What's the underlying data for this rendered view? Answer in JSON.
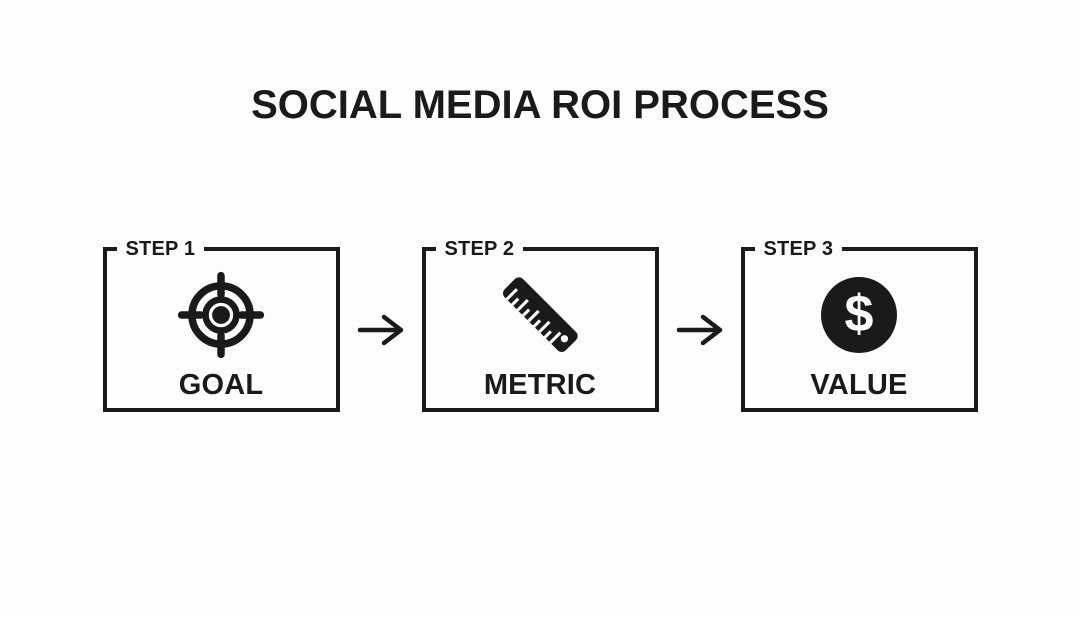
{
  "title": "SOCIAL MEDIA ROI PROCESS",
  "colors": {
    "ink": "#1a1a1a",
    "background": "#fdfdfc"
  },
  "steps": [
    {
      "label": "STEP 1",
      "name": "GOAL",
      "icon": "target-icon"
    },
    {
      "label": "STEP 2",
      "name": "METRIC",
      "icon": "ruler-icon"
    },
    {
      "label": "STEP 3",
      "name": "VALUE",
      "icon": "dollar-sign-icon"
    }
  ],
  "dollar_symbol": "$"
}
